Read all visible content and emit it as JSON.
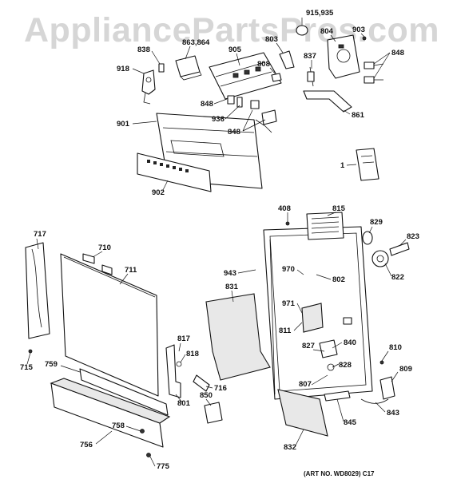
{
  "watermark": "AppliancePartsPros.com",
  "art_number": "(ART NO. WD8029) C17",
  "callouts": [
    {
      "id": "c838",
      "text": "838"
    },
    {
      "id": "c863",
      "text": "863,864"
    },
    {
      "id": "c905",
      "text": "905"
    },
    {
      "id": "c915",
      "text": "915,935"
    },
    {
      "id": "c803",
      "text": "803"
    },
    {
      "id": "c804",
      "text": "804"
    },
    {
      "id": "c903",
      "text": "903"
    },
    {
      "id": "c918",
      "text": "918"
    },
    {
      "id": "c808",
      "text": "808"
    },
    {
      "id": "c837",
      "text": "837"
    },
    {
      "id": "c848a",
      "text": "848"
    },
    {
      "id": "c848b",
      "text": "848"
    },
    {
      "id": "c936",
      "text": "936"
    },
    {
      "id": "c848c",
      "text": "848"
    },
    {
      "id": "c861",
      "text": "861"
    },
    {
      "id": "c901",
      "text": "901"
    },
    {
      "id": "c1",
      "text": "1"
    },
    {
      "id": "c902",
      "text": "902"
    },
    {
      "id": "c408",
      "text": "408"
    },
    {
      "id": "c815",
      "text": "815"
    },
    {
      "id": "c829",
      "text": "829"
    },
    {
      "id": "c823",
      "text": "823"
    },
    {
      "id": "c717",
      "text": "717"
    },
    {
      "id": "c710",
      "text": "710"
    },
    {
      "id": "c711",
      "text": "711"
    },
    {
      "id": "c943",
      "text": "943"
    },
    {
      "id": "c970",
      "text": "970"
    },
    {
      "id": "c802",
      "text": "802"
    },
    {
      "id": "c822",
      "text": "822"
    },
    {
      "id": "c831",
      "text": "831"
    },
    {
      "id": "c971",
      "text": "971"
    },
    {
      "id": "c811",
      "text": "811"
    },
    {
      "id": "c840",
      "text": "840"
    },
    {
      "id": "c817",
      "text": "817"
    },
    {
      "id": "c827",
      "text": "827"
    },
    {
      "id": "c818",
      "text": "818"
    },
    {
      "id": "c828",
      "text": "828"
    },
    {
      "id": "c810",
      "text": "810"
    },
    {
      "id": "c715",
      "text": "715"
    },
    {
      "id": "c759",
      "text": "759"
    },
    {
      "id": "c809",
      "text": "809"
    },
    {
      "id": "c716",
      "text": "716"
    },
    {
      "id": "c807",
      "text": "807"
    },
    {
      "id": "c850",
      "text": "850"
    },
    {
      "id": "c801",
      "text": "801"
    },
    {
      "id": "c843",
      "text": "843"
    },
    {
      "id": "c845",
      "text": "845"
    },
    {
      "id": "c758",
      "text": "758"
    },
    {
      "id": "c756",
      "text": "756"
    },
    {
      "id": "c832",
      "text": "832"
    },
    {
      "id": "c775",
      "text": "775"
    }
  ]
}
